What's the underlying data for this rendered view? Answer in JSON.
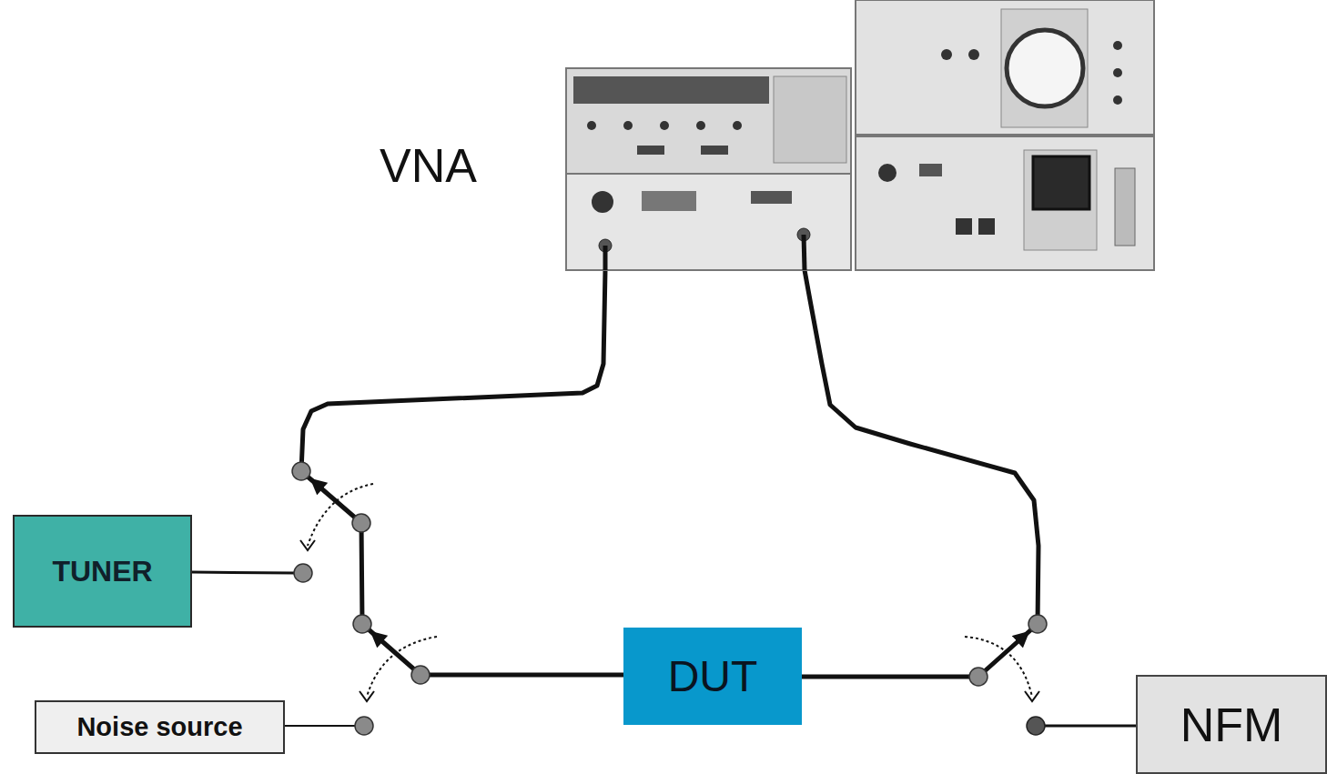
{
  "diagram": {
    "nodes": [
      {
        "text": [
          "VNA"
        ]
      },
      {
        "text": [
          "TUNER"
        ]
      },
      {
        "text": [
          "DUT"
        ]
      },
      {
        "text": [
          "Noise source"
        ]
      },
      {
        "text": [
          "NFM"
        ]
      }
    ],
    "edges": [
      {
        "from": 0,
        "to": 2,
        "arrow": "none"
      },
      {
        "from": 2,
        "to": 0,
        "arrow": "none"
      }
    ]
  }
}
